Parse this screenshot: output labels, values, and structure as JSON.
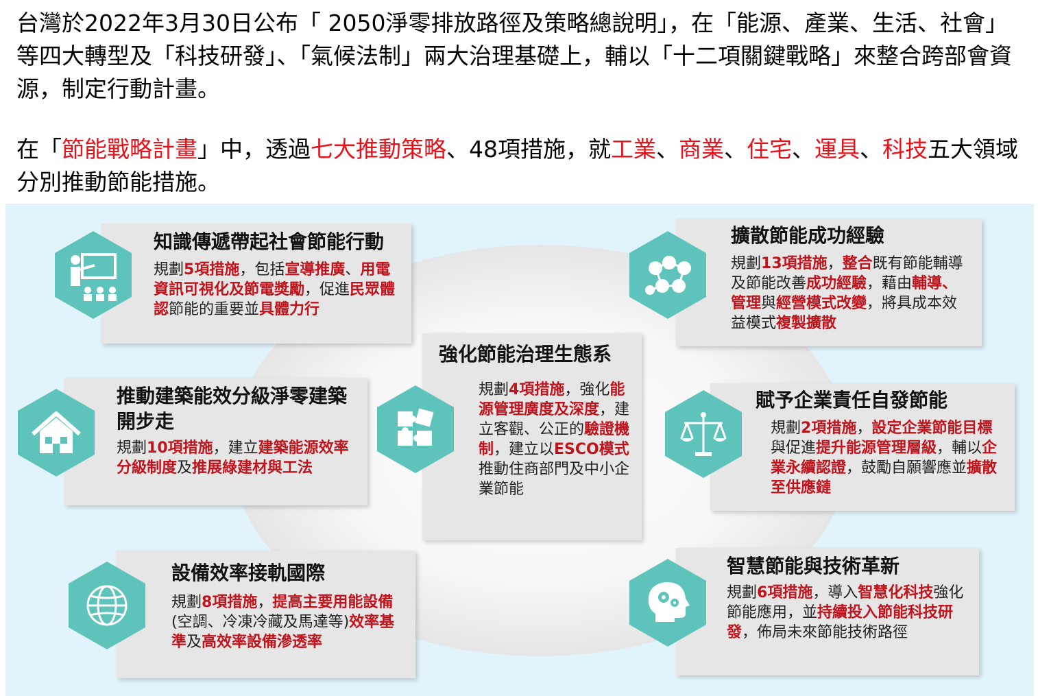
{
  "intro": {
    "p1": "台灣於2022年3月30日公布「 2050淨零排放路徑及策略總說明」，在「能源、產業、生活、社會」等四大轉型及「科技研發」、「氣候法制」兩大治理基礎上，輔以「十二項關鍵戰略」來整合跨部會資源，制定行動計畫。",
    "p2": [
      {
        "t": "在「",
        "red": false
      },
      {
        "t": "節能戰略計畫",
        "red": true
      },
      {
        "t": "」中，透過",
        "red": false
      },
      {
        "t": "七大推動策略",
        "red": true
      },
      {
        "t": "、48項措施，就",
        "red": false
      },
      {
        "t": "工業",
        "red": true
      },
      {
        "t": "、",
        "red": false
      },
      {
        "t": "商業",
        "red": true
      },
      {
        "t": "、",
        "red": false
      },
      {
        "t": "住宅",
        "red": true
      },
      {
        "t": "、",
        "red": false
      },
      {
        "t": "運具",
        "red": true
      },
      {
        "t": "、",
        "red": false
      },
      {
        "t": "科技",
        "red": true
      },
      {
        "t": "五大領域分別推動節能措施。",
        "red": false
      }
    ]
  },
  "colors": {
    "accent_red": "#e8121b",
    "hex_teal": "#5ec4bb",
    "card_gray": "#e6e6e6",
    "panel_bg": "#e2f4fb"
  },
  "cards": [
    {
      "key": "awareness",
      "icon": "presentation-icon",
      "title": "知識傳遞帶起社會節能行動",
      "desc": [
        {
          "t": "規劃",
          "h": false
        },
        {
          "t": "5項措施",
          "h": true
        },
        {
          "t": "，包括",
          "h": false
        },
        {
          "t": "宣導推廣",
          "h": true
        },
        {
          "t": "、",
          "h": false
        },
        {
          "t": "用電資訊可視化及節電獎勵",
          "h": true
        },
        {
          "t": "，促進",
          "h": false
        },
        {
          "t": "民眾體認",
          "h": true
        },
        {
          "t": "節能的重要並",
          "h": false
        },
        {
          "t": "具體力行",
          "h": true
        }
      ]
    },
    {
      "key": "diffuse",
      "icon": "network-people-icon",
      "title": "擴散節能成功經驗",
      "desc": [
        {
          "t": "規劃",
          "h": false
        },
        {
          "t": "13項措施",
          "h": true
        },
        {
          "t": "，",
          "h": false
        },
        {
          "t": "整合",
          "h": true
        },
        {
          "t": "既有節能輔導及節能改善",
          "h": false
        },
        {
          "t": "成功經驗",
          "h": true
        },
        {
          "t": "，藉由",
          "h": false
        },
        {
          "t": "輔導、管理",
          "h": true
        },
        {
          "t": "與",
          "h": false
        },
        {
          "t": "經營模式改變",
          "h": true
        },
        {
          "t": "，將具成本效益模式",
          "h": false
        },
        {
          "t": "複製擴散",
          "h": true
        }
      ]
    },
    {
      "key": "governance",
      "icon": "puzzle-icon",
      "title": "強化節能治理生態系",
      "desc": [
        {
          "t": "規劃",
          "h": false
        },
        {
          "t": "4項措施",
          "h": true
        },
        {
          "t": "，強化",
          "h": false
        },
        {
          "t": "能源管理廣度及深度",
          "h": true
        },
        {
          "t": "，建立客觀、公正的",
          "h": false
        },
        {
          "t": "驗證機制",
          "h": true
        },
        {
          "t": "，建立以",
          "h": false
        },
        {
          "t": "ESCO模式",
          "h": true
        },
        {
          "t": "推動住商部門及中小企業節能",
          "h": false
        }
      ]
    },
    {
      "key": "building",
      "icon": "house-icon",
      "title": "推動建築能效分級淨零建築開步走",
      "desc": [
        {
          "t": "規劃",
          "h": false
        },
        {
          "t": "10項措施",
          "h": true
        },
        {
          "t": "，建立",
          "h": false
        },
        {
          "t": "建築能源效率分級制度",
          "h": true
        },
        {
          "t": "及",
          "h": false
        },
        {
          "t": "推展綠建材與工法",
          "h": true
        }
      ]
    },
    {
      "key": "enterprise",
      "icon": "scales-icon",
      "title": "賦予企業責任自發節能",
      "desc": [
        {
          "t": "規劃",
          "h": false
        },
        {
          "t": "2項措施",
          "h": true
        },
        {
          "t": "，",
          "h": false
        },
        {
          "t": "設定企業節能目標",
          "h": true
        },
        {
          "t": "與促進",
          "h": false
        },
        {
          "t": "提升能源管理層級",
          "h": true
        },
        {
          "t": "，輔以",
          "h": false
        },
        {
          "t": "企業永續認證",
          "h": true
        },
        {
          "t": "，鼓勵自願響應並",
          "h": false
        },
        {
          "t": "擴散至供應鏈",
          "h": true
        }
      ]
    },
    {
      "key": "equipment",
      "icon": "globe-icon",
      "title": "設備效率接軌國際",
      "desc": [
        {
          "t": "規劃",
          "h": false
        },
        {
          "t": "8項措施",
          "h": true
        },
        {
          "t": "，",
          "h": false
        },
        {
          "t": "提高主要用能設備",
          "h": true
        },
        {
          "t": "(空調、冷凍冷藏及馬達等)",
          "h": false
        },
        {
          "t": "效率基準",
          "h": true
        },
        {
          "t": "及",
          "h": false
        },
        {
          "t": "高效率設備滲透率",
          "h": true
        }
      ]
    },
    {
      "key": "smart",
      "icon": "head-gears-icon",
      "title": "智慧節能與技術革新",
      "desc": [
        {
          "t": "規劃",
          "h": false
        },
        {
          "t": "6項措施",
          "h": true
        },
        {
          "t": "，導入",
          "h": false
        },
        {
          "t": "智慧化科技",
          "h": true
        },
        {
          "t": "強化節能應用，並",
          "h": false
        },
        {
          "t": "持續投入節能科技研發",
          "h": true
        },
        {
          "t": "，佈局未來節能技術路徑",
          "h": false
        }
      ]
    }
  ]
}
